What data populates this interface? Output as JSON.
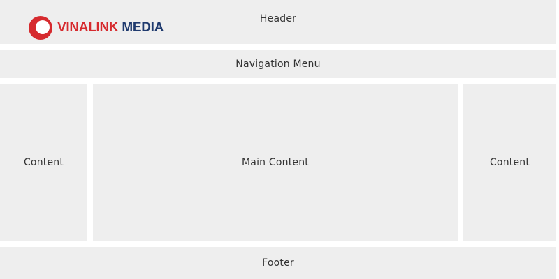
{
  "header": {
    "label": "Header",
    "logo": {
      "text_red": "VINALINK",
      "text_blue": "MEDIA",
      "colors": {
        "red": "#d62a2e",
        "blue": "#1f3a6e"
      }
    }
  },
  "nav": {
    "label": "Navigation Menu"
  },
  "content_left": {
    "label": "Content"
  },
  "main": {
    "label": "Main Content"
  },
  "content_right": {
    "label": "Content"
  },
  "footer": {
    "label": "Footer"
  },
  "colors": {
    "block_background": "#eeeeee",
    "gutter": "#ffffff",
    "text": "#333333"
  }
}
